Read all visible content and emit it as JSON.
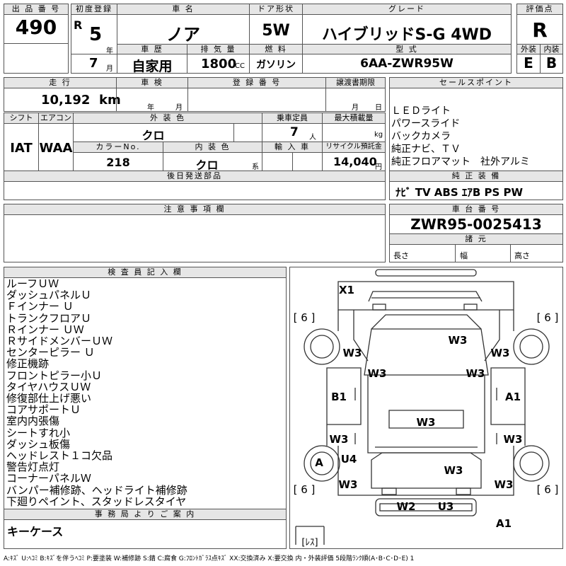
{
  "header": {
    "lot_no_label": "出 品 番 号",
    "lot_no": "490",
    "first_reg_label": "初度登録",
    "era": "R",
    "year_num": "5",
    "year_unit": "年",
    "month_num": "7",
    "month_unit": "月",
    "car_name_label": "車 名",
    "car_name": "ノア",
    "door_label": "ドア形状",
    "door": "5W",
    "grade_label": "グレード",
    "grade": "ハイブリッドS-G 4WD",
    "score_label": "評価点",
    "score": "R",
    "history_label": "車 歴",
    "history": "自家用",
    "displacement_label": "排 気 量",
    "displacement": "1800",
    "displacement_unit": "CC",
    "fuel_label": "燃 料",
    "fuel": "ガソリン",
    "model_label": "型 式",
    "model": "6AA-ZWR95W",
    "ext_label": "外装",
    "ext": "E",
    "int_label": "内装",
    "int": "B"
  },
  "mid": {
    "mileage_label": "走 行",
    "mileage": "10,192",
    "mileage_unit": "km",
    "inspection_label": "車 検",
    "insp_year": "年",
    "insp_month": "月",
    "reg_no_label": "登 録 番 号",
    "transfer_label": "譲渡書期限",
    "transfer_month": "月",
    "transfer_day": "日",
    "shift_label": "シフト",
    "shift": "IAT",
    "ac_label": "エアコン",
    "ac": "WAA",
    "ext_color_label": "外 装 色",
    "ext_color": "クロ",
    "capacity_label": "乗車定員",
    "capacity": "7",
    "capacity_unit": "人",
    "max_load_label": "最大積載量",
    "max_load_unit": "kg",
    "color_no_label": "カラーNo.",
    "color_no": "218",
    "int_color_label": "内 装 色",
    "int_color": "クロ",
    "int_color_unit": "系",
    "import_label": "輸 入 車",
    "recycle_label": "リサイクル預託金",
    "recycle": "14,040",
    "recycle_unit": "円",
    "later_label": "後日発送部品",
    "sales_label": "セールスポイント",
    "sales_points": [
      "ＬＥＤライト",
      "パワースライド",
      "バックカメラ",
      "純正ナビ、ＴＶ",
      "純正フロアマット　社外アルミ"
    ],
    "equipment_label": "純 正 装 備",
    "equipment": "ﾅﾋﾞ  TV  ABS ｴｱB PS PW",
    "notes_label": "注 意 事 項 欄",
    "chassis_label": "車 台 番 号",
    "chassis": "ZWR95-0025413",
    "dims_label": "諸 元",
    "length_label": "長さ",
    "width_label": "幅",
    "height_label": "高さ"
  },
  "inspector": {
    "label": "検 査 員 記 入 欄",
    "lines": [
      "ルーフＵＷ",
      "ダッシュパネルＵ",
      "Ｆインナー Ｕ",
      "トランクフロアＵ",
      "Ｒインナー ＵＷ",
      "ＲサイドメンバーＵＷ",
      "センターピラー Ｕ",
      "修正機跡",
      "フロントピラー小Ｕ",
      "タイヤハウスＵＷ",
      "修復部仕上げ悪い",
      "コアサポートＵ",
      "室内内張傷",
      "シートすれ小",
      "ダッシュ板傷",
      "ヘッドレスト１コ欠品",
      "警告灯点灯",
      "コーナーパネルＷ",
      "バンパー補修跡、ヘッドライト補修跡",
      "下廻りペイント、スタッドレスタイヤ"
    ],
    "office_label": "事 務 局 よ り ご 案 内",
    "office": "キーケース"
  },
  "diagram": {
    "marks": [
      "X1",
      "W3",
      "W3",
      "W3",
      "W3",
      "W3",
      "B1",
      "A1",
      "W3",
      "W3",
      "W3",
      "A",
      "U4",
      "W3",
      "W3",
      "W3",
      "W2",
      "U3",
      "A1"
    ],
    "tire_marks": [
      "[ 6 ]",
      "[ 6 ]",
      "[ 6 ]",
      "[ 6 ]"
    ],
    "spare": "[ﾚｽ]"
  },
  "legend": "A:ｷｽﾞ U:ﾍｺﾐ B:ｷｽﾞを伴うﾍｺﾐ P:要塗装 W:補修跡 S:錆 C:腐食 G:ﾌﾛﾝﾄｶﾞﾗｽ点ｷｽﾞ XX:交換済み X:要交換 内・外装評価 5段階ﾗﾝｸ順(A･B･C･D･E) 1"
}
